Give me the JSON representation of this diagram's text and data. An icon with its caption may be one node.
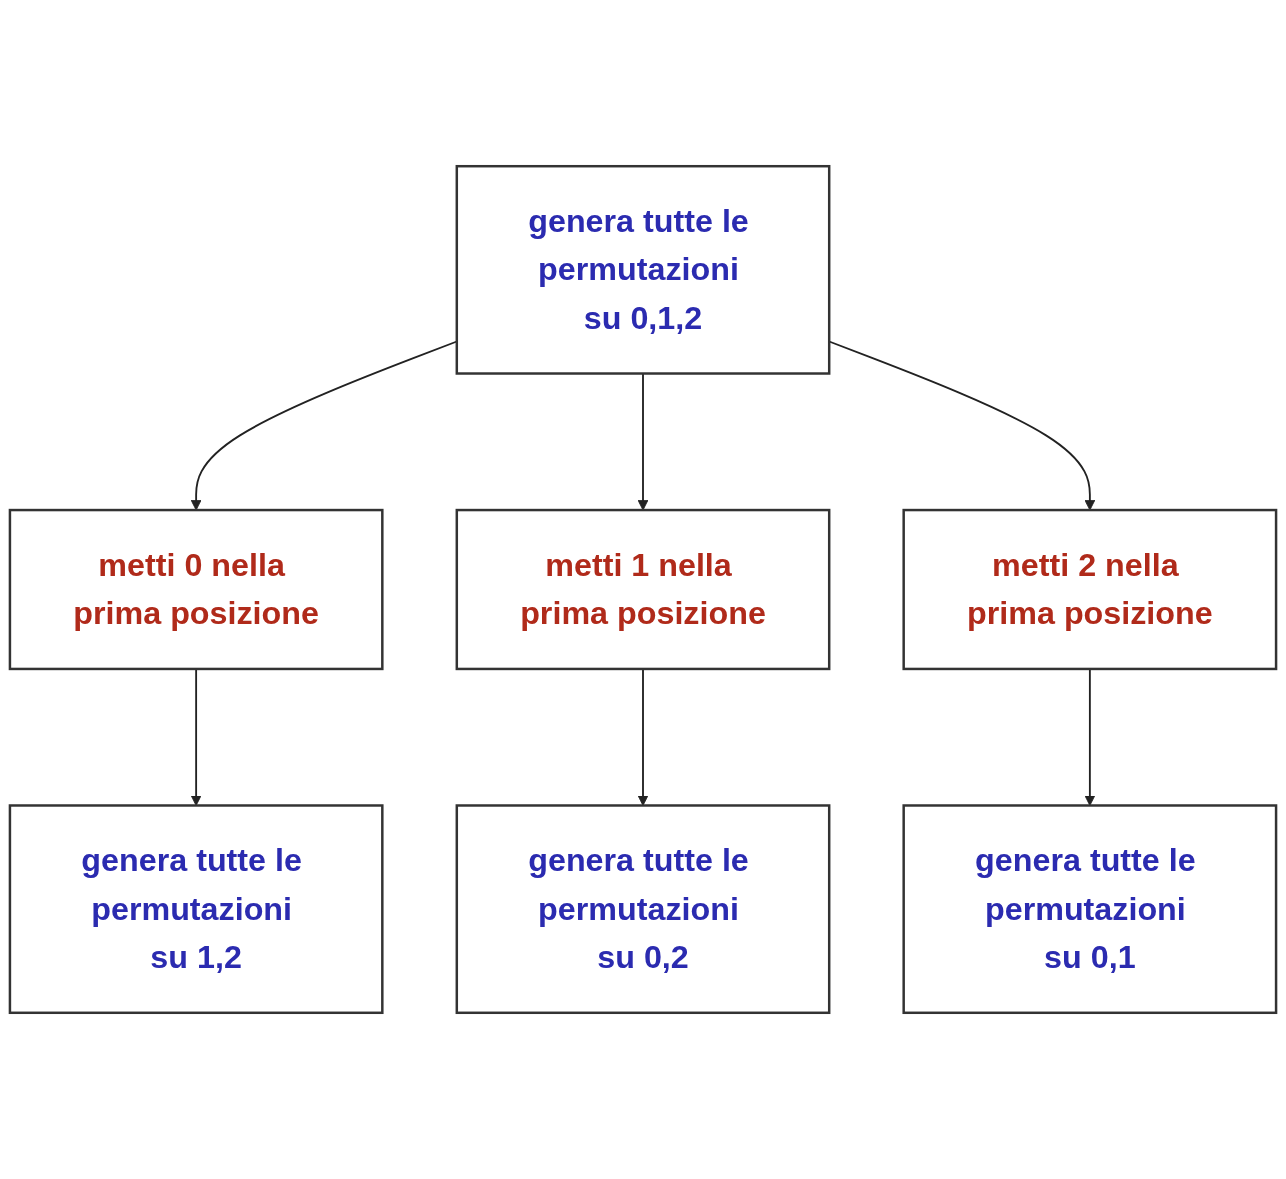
{
  "diagram": {
    "nodes": [
      {
        "text": [
          "genera tutte le permutazioni su 0,1,2"
        ]
      },
      {
        "text": [
          "metti 0 nella prima posizione"
        ]
      },
      {
        "text": [
          "metti 1 nella prima posizione"
        ]
      },
      {
        "text": [
          "metti 2 nella prima posizione"
        ]
      },
      {
        "text": [
          "genera tutte le permutazioni su 1,2"
        ]
      },
      {
        "text": [
          "genera tutte le permutazioni su 0,2"
        ]
      },
      {
        "text": [
          "genera tutte le permutazioni su 0,1"
        ]
      }
    ],
    "edges": [
      {
        "from": 0,
        "to": 1,
        "arrow": "to"
      },
      {
        "from": 0,
        "to": 2,
        "arrow": "to"
      },
      {
        "from": 0,
        "to": 3,
        "arrow": "to"
      },
      {
        "from": 1,
        "to": 4,
        "arrow": "to"
      },
      {
        "from": 2,
        "to": 5,
        "arrow": "to"
      },
      {
        "from": 3,
        "to": 6,
        "arrow": "to"
      }
    ]
  }
}
